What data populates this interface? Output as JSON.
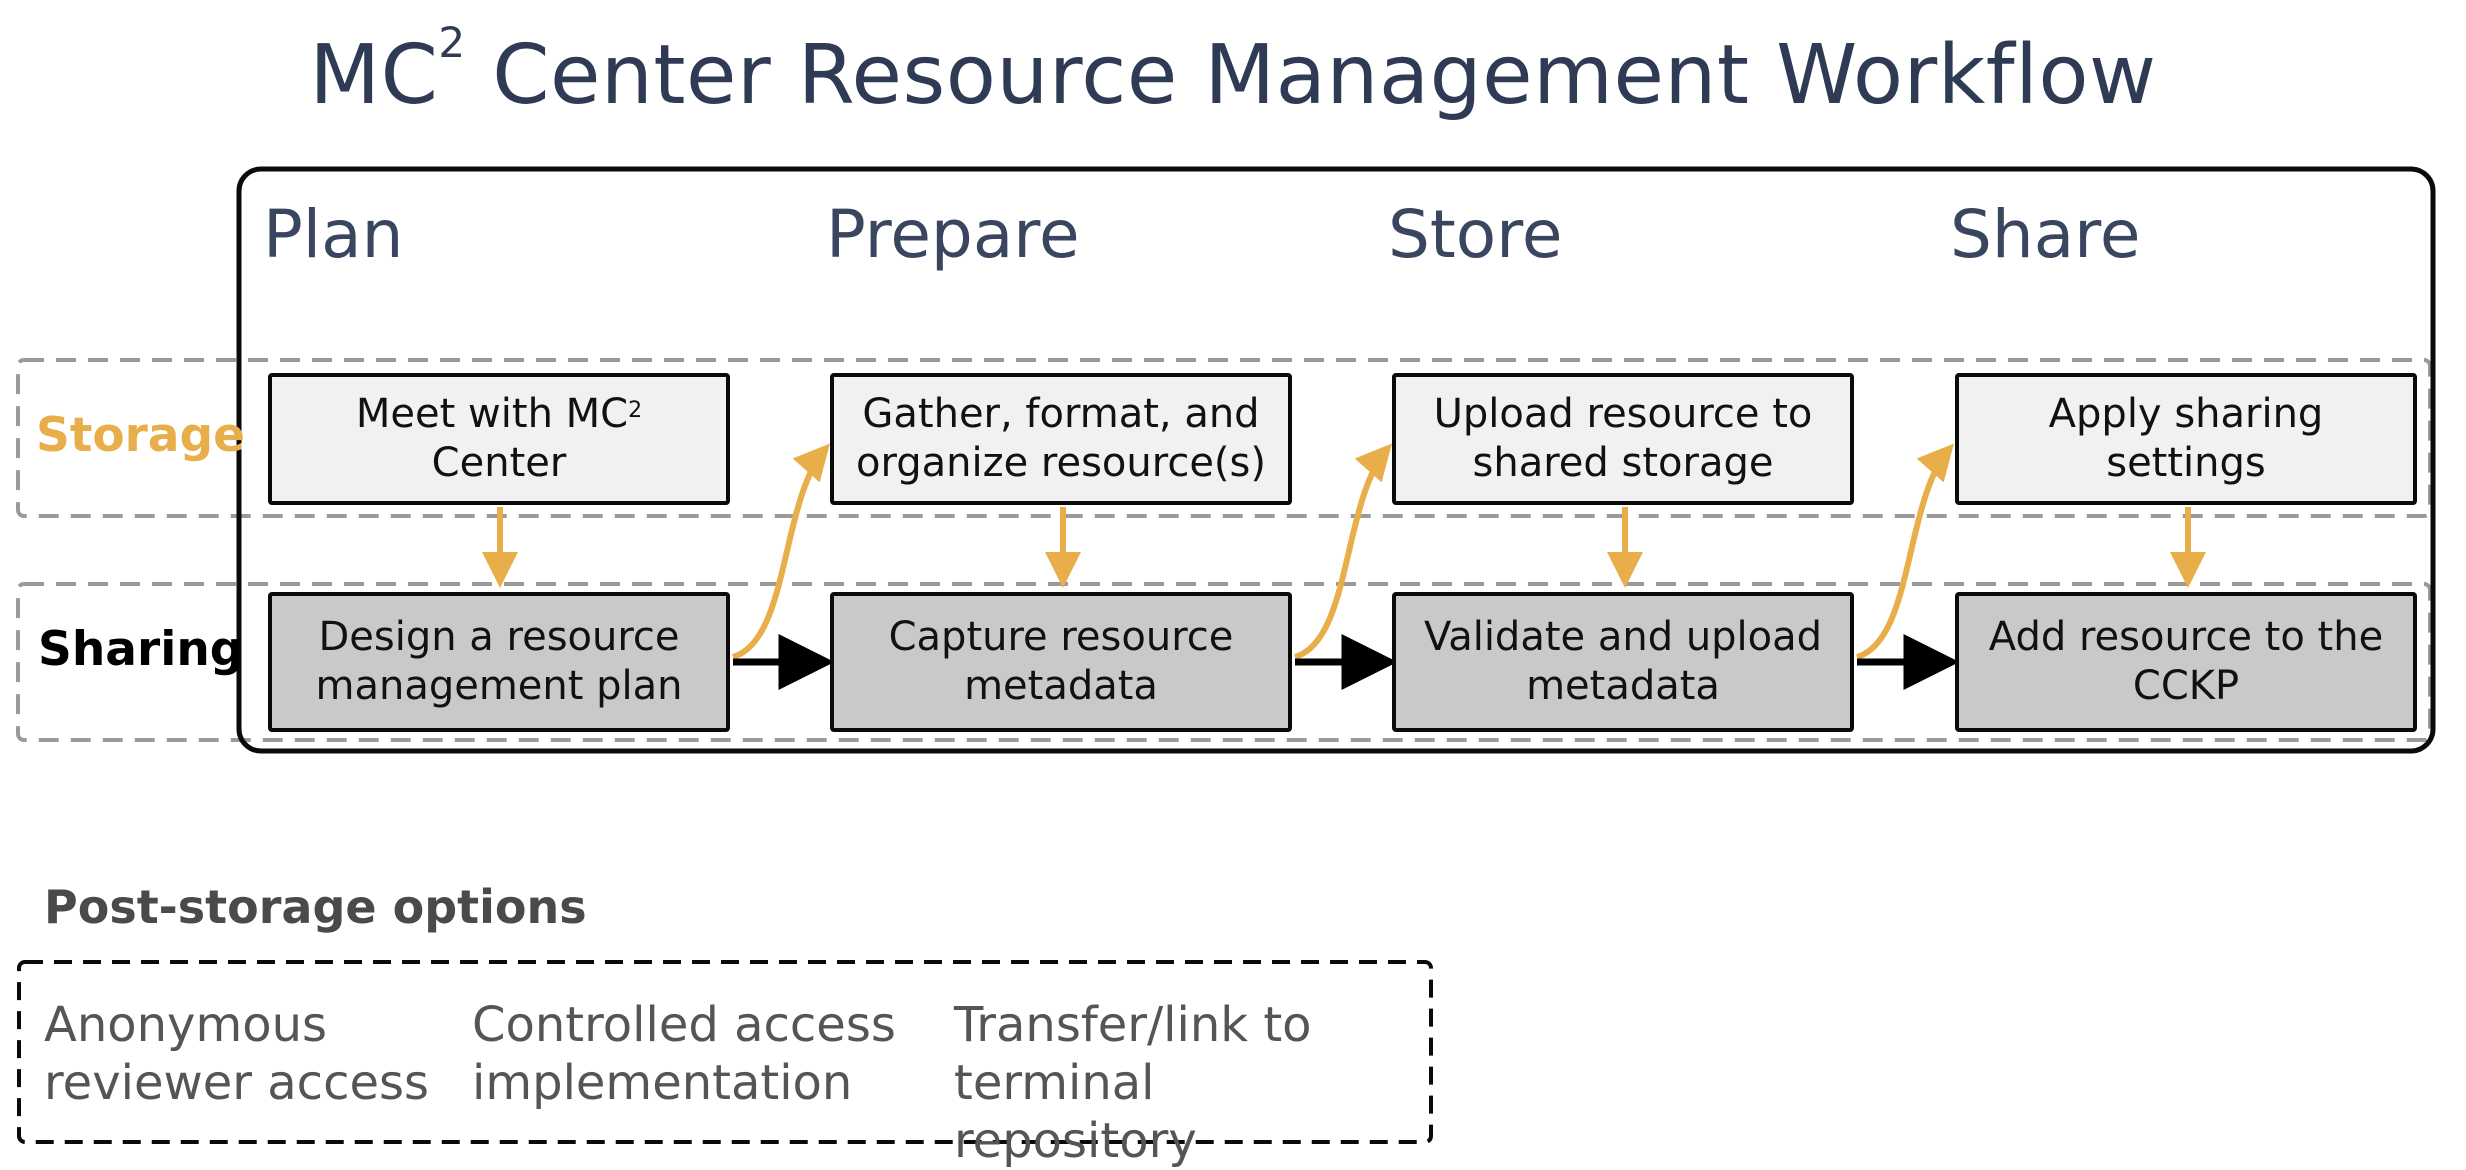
{
  "title": {
    "main": "MC",
    "sup": "2",
    "rest": " Center Resource Management Workflow"
  },
  "phases": [
    "Plan",
    "Prepare",
    "Store",
    "Share"
  ],
  "lanes": {
    "storage": "Storage",
    "sharing": "Sharing"
  },
  "storage_steps": [
    {
      "main": "Meet with MC",
      "sup": "2",
      "rest": "Center"
    },
    {
      "text": "Gather, format, and organize resource(s)"
    },
    {
      "text": "Upload resource to shared storage"
    },
    {
      "text": "Apply sharing settings"
    }
  ],
  "sharing_steps": [
    "Design a resource management plan",
    "Capture resource metadata",
    "Validate and upload metadata",
    "Add resource to the CCKP"
  ],
  "post_storage": {
    "title": "Post-storage options",
    "options": [
      "Anonymous reviewer access",
      "Controlled access implementation",
      "Transfer/link to terminal repository"
    ]
  },
  "colors": {
    "title": "#2f3b55",
    "storage_accent": "#e8ae4a",
    "sharing_label": "#000000",
    "storage_box": "#f1f1f1",
    "sharing_box": "#c9c9c9",
    "lane_dash": "#9a9a9a"
  }
}
